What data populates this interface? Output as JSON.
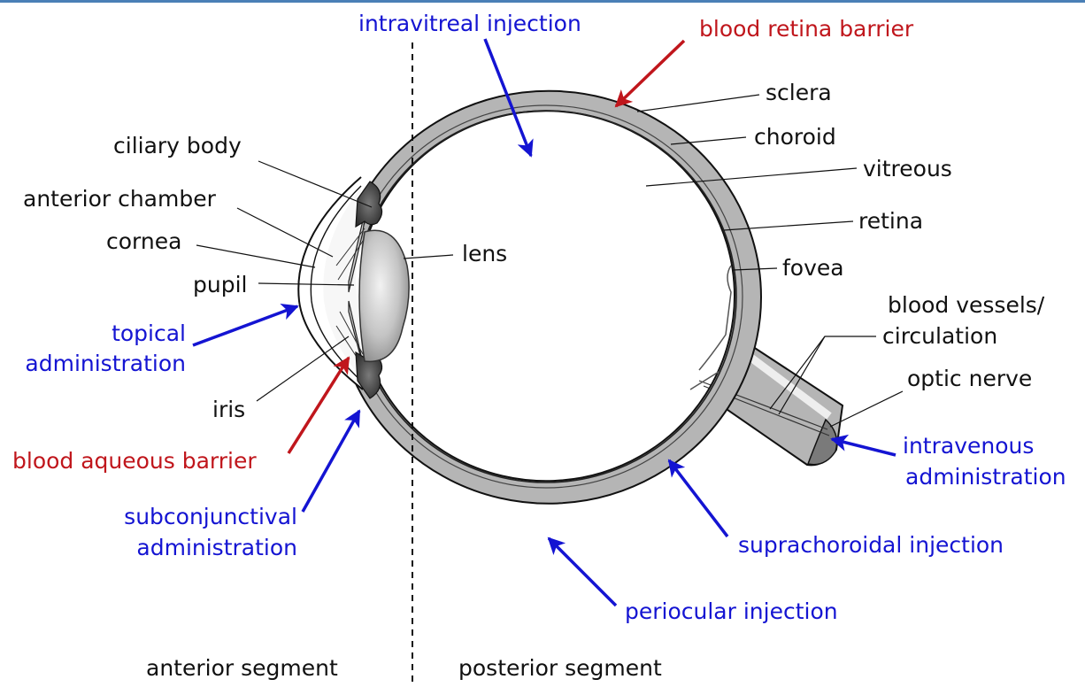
{
  "colors": {
    "route": "#1414d2",
    "barrier": "#c0161c",
    "anatomy": "#111111",
    "tissue": "#b5b5b5",
    "frame": "#4a7fb6"
  },
  "labels": {
    "ciliary_body": "ciliary body",
    "anterior_chamber": "anterior chamber",
    "cornea": "cornea",
    "pupil": "pupil",
    "lens": "lens",
    "iris": "iris",
    "sclera": "sclera",
    "choroid": "choroid",
    "vitreous": "vitreous",
    "retina": "retina",
    "fovea": "fovea",
    "blood_vessels_1": "blood vessels/",
    "blood_vessels_2": "circulation",
    "optic_nerve": "optic nerve"
  },
  "routes": {
    "intravitreal": "intravitreal injection",
    "topical_1": "topical",
    "topical_2": "administration",
    "subconjunctival_1": "subconjunctival",
    "subconjunctival_2": "administration",
    "intravenous_1": "intravenous",
    "intravenous_2": "administration",
    "suprachoroidal": "suprachoroidal injection",
    "periocular": "periocular injection"
  },
  "barriers": {
    "blood_retina": "blood retina barrier",
    "blood_aqueous": "blood aqueous barrier"
  },
  "segments": {
    "anterior": "anterior segment",
    "posterior": "posterior segment"
  }
}
